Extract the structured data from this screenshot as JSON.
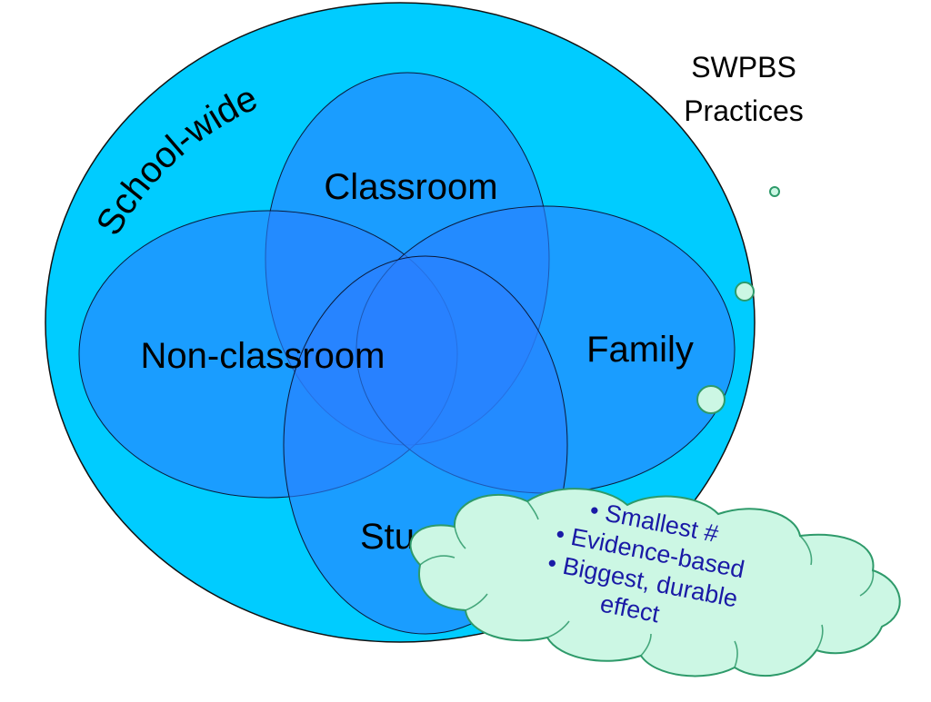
{
  "title": {
    "line1": "SWPBS",
    "line2": "Practices"
  },
  "outer_scope": {
    "label": "School-wide"
  },
  "sets": {
    "classroom": "Classroom",
    "non_classroom": "Non-classroom",
    "family": "Family",
    "student_partial": "Stu"
  },
  "callout": {
    "bullet_glyph": "•",
    "items": [
      "Smallest #",
      "Evidence-based",
      "Biggest, durable",
      "effect"
    ]
  },
  "colors": {
    "outer_fill": "#00ccff",
    "ellipse_fill": "#2277ee",
    "callout_fill": "#ccf7e4",
    "callout_stroke": "#2e9a6a",
    "bullet_text": "#1a1aa6"
  }
}
